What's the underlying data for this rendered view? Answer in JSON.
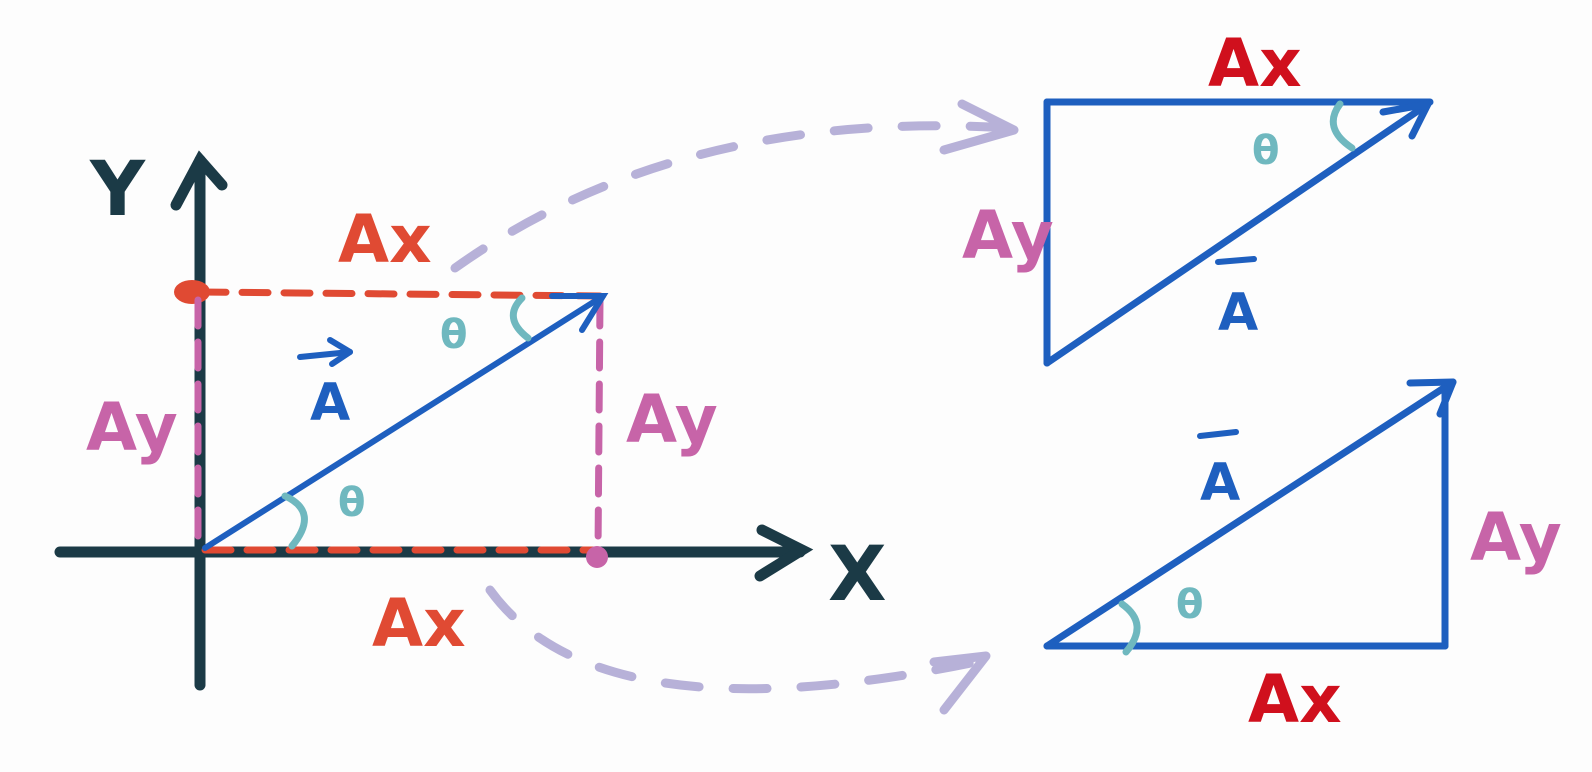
{
  "axes": {
    "x_label": "X",
    "y_label": "Y"
  },
  "main": {
    "vector_label": "A",
    "ax_top_label": "Ax",
    "ax_bottom_label": "Ax",
    "ay_left_label": "Ay",
    "ay_right_label": "Ay",
    "theta_top": "θ",
    "theta_bottom": "θ"
  },
  "triangle_top": {
    "ax_label": "Ax",
    "ay_label": "Ay",
    "vector_label": "A",
    "theta": "θ"
  },
  "triangle_bottom": {
    "ax_label": "Ax",
    "ay_label": "Ay",
    "vector_label": "A",
    "theta": "θ"
  },
  "colors": {
    "axis": "#1b3a46",
    "vector": "#1e5fbf",
    "ax": "#e04a33",
    "ax_dark": "#d0101d",
    "ay": "#c764a8",
    "theta": "#6fb8bf",
    "arrow_curve": "#b7b1d8"
  }
}
